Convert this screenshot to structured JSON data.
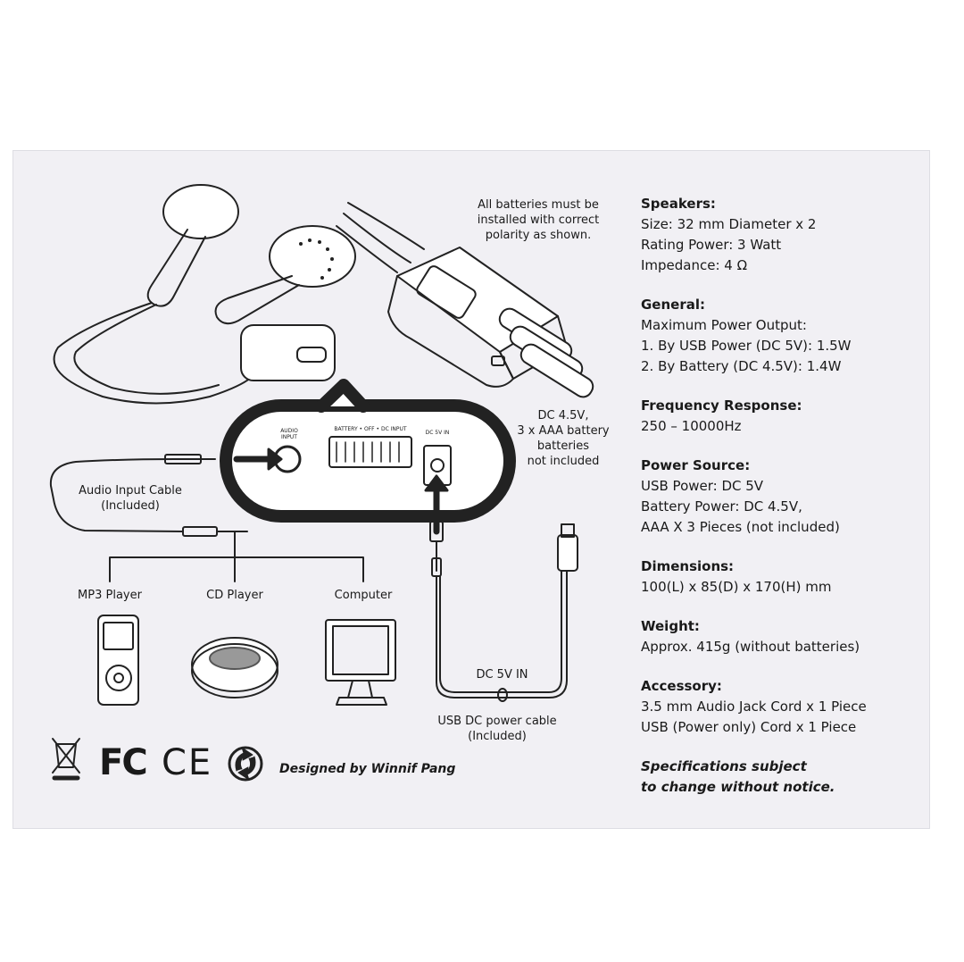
{
  "battery_note": [
    "All batteries must be",
    "installed with correct",
    "polarity as shown."
  ],
  "dc_note": [
    "DC 4.5V,",
    "3 x AAA battery",
    "batteries",
    "not included"
  ],
  "audio_cable": [
    "Audio Input Cable",
    "(Included)"
  ],
  "devices": [
    "MP3 Player",
    "CD Player",
    "Computer"
  ],
  "dc_in_label": "DC 5V IN",
  "usb_cable": [
    "USB DC power cable",
    "(Included)"
  ],
  "panel_labels": {
    "input": "AUDIO INPUT",
    "switch": "BATTERY • OFF • DC INPUT",
    "dc": "DC 5V IN"
  },
  "designed_by": "Designed by Winnif Pang",
  "logos": {
    "fc": "FC",
    "ce": "CE"
  },
  "specs": [
    {
      "heading": "Speakers:",
      "lines": [
        "Size: 32 mm Diameter x 2",
        "Rating Power: 3 Watt",
        "Impedance: 4 Ω"
      ]
    },
    {
      "heading": "General:",
      "lines": [
        "Maximum Power Output:",
        "1. By USB Power (DC 5V): 1.5W",
        "2. By Battery (DC 4.5V): 1.4W"
      ]
    },
    {
      "heading": "Frequency Response:",
      "lines": [
        "250 – 10000Hz"
      ]
    },
    {
      "heading": "Power Source:",
      "lines": [
        "USB Power: DC 5V",
        "Battery Power: DC 4.5V,",
        "AAA X 3 Pieces (not included)"
      ]
    },
    {
      "heading": "Dimensions:",
      "lines": [
        "100(L) x 85(D) x 170(H) mm"
      ]
    },
    {
      "heading": "Weight:",
      "lines": [
        "Approx. 415g (without batteries)"
      ]
    },
    {
      "heading": "Accessory:",
      "lines": [
        "3.5 mm Audio Jack Cord x 1 Piece",
        "USB (Power only) Cord x 1 Piece"
      ]
    }
  ],
  "notice": [
    "Specifications subject",
    "to change without notice."
  ]
}
